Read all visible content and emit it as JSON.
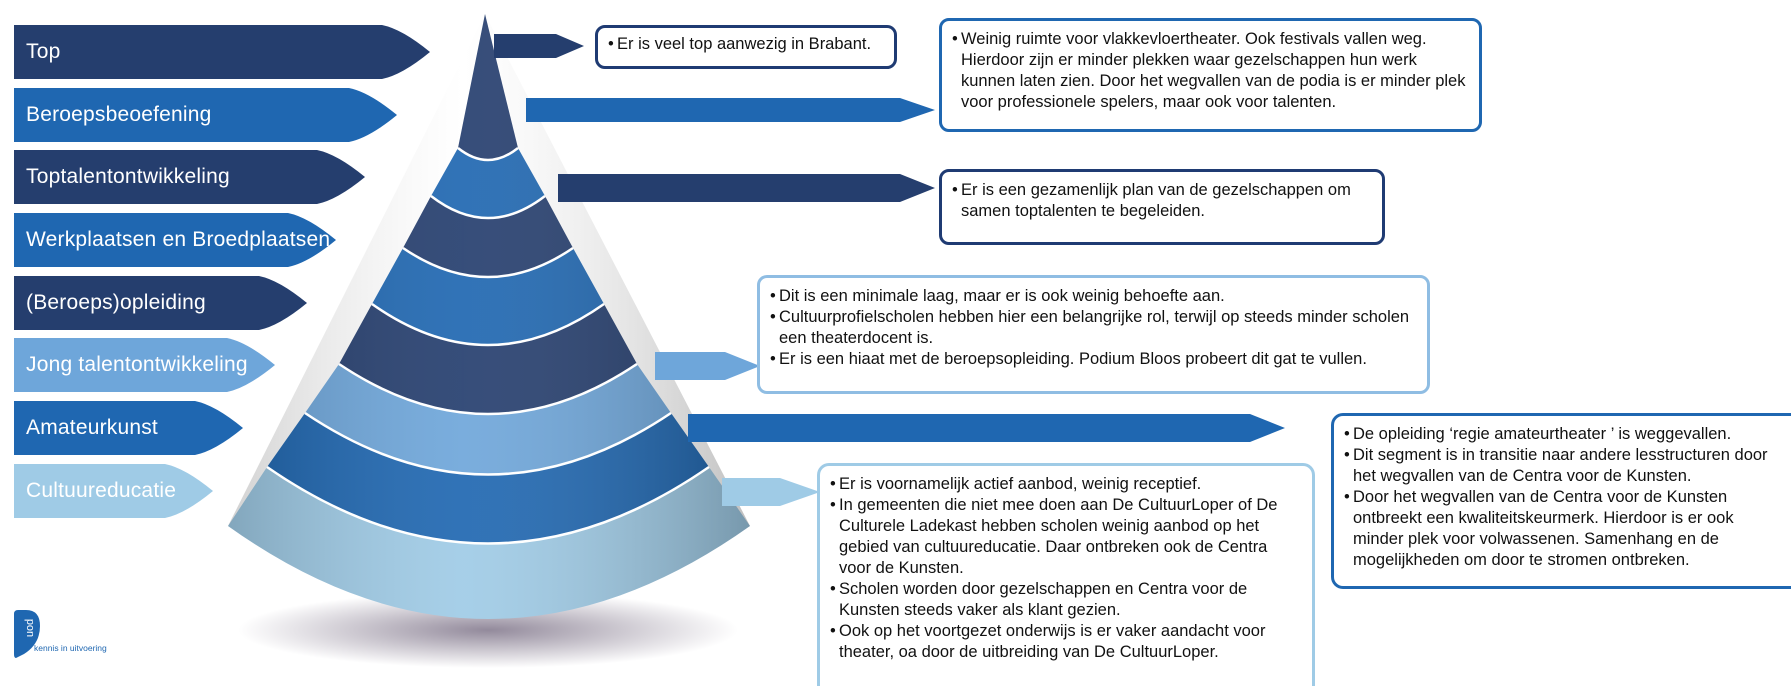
{
  "layers": [
    {
      "label": "Top",
      "color": "#253e6e"
    },
    {
      "label": "Beroepsbeoefening",
      "color": "#1f67b1"
    },
    {
      "label": "Toptalentontwikkeling",
      "color": "#253e6e"
    },
    {
      "label": "Werkplaatsen en Broedplaatsen",
      "color": "#1f67b1"
    },
    {
      "label": "(Beroeps)opleiding",
      "color": "#253e6e"
    },
    {
      "label": "Jong talentontwikkeling",
      "color": "#6ea6da"
    },
    {
      "label": "Amateurkunst",
      "color": "#1f67b1"
    },
    {
      "label": "Cultuureducatie",
      "color": "#9fcbe6"
    }
  ],
  "callouts": {
    "top": {
      "items": [
        "Er is veel top aanwezig in Brabant."
      ],
      "border": "#1f3b73"
    },
    "beroepsbeoefening": {
      "items": [
        "Weinig ruimte voor vlakkevloertheater. Ook festivals vallen weg. Hierdoor zijn er minder plekken waar gezelschappen hun werk kunnen laten zien. Door het wegvallen van de podia is er minder plek voor professionele spelers, maar ook voor talenten."
      ],
      "border": "#1f67b1"
    },
    "toptalent": {
      "items": [
        "Er is een gezamenlijk plan van de gezelschappen om samen toptalenten te begeleiden."
      ],
      "border": "#1f3b73"
    },
    "jongtalent": {
      "items": [
        "Dit is een minimale laag, maar er is ook weinig behoefte aan.",
        "Cultuurprofielscholen hebben hier een belangrijke rol, terwijl op steeds minder scholen een theaterdocent is.",
        "Er is een hiaat met de beroepsopleiding. Podium Bloos probeert dit gat te vullen."
      ],
      "border": "#8fbde3"
    },
    "amateurkunst": {
      "items": [
        "De opleiding ‘regie amateurtheater ’ is weggevallen.",
        "Dit segment is in transitie naar andere lesstructuren door het wegvallen van de Centra voor de Kunsten.",
        "Door het wegvallen van de Centra voor de Kunsten ontbreekt een kwaliteitskeurmerk. Hierdoor is er ook minder plek voor volwassenen. Samenhang en de mogelijkheden om door te stromen ontbreken."
      ],
      "border": "#1f67b1"
    },
    "cultuureducatie": {
      "items": [
        "Er is voornamelijk actief aanbod, weinig receptief.",
        "In gemeenten die niet mee doen aan De CultuurLoper of De Culturele Ladekast hebben scholen weinig aanbod op het gebied van cultuureducatie. Daar ontbreken ook de Centra voor de Kunsten.",
        "Scholen worden door gezelschappen en Centra voor de Kunsten steeds vaker als klant gezien.",
        "Ook op het voortgezet onderwijs is er vaker aandacht voor theater, oa door de uitbreiding van De CultuurLoper."
      ],
      "border": "#9fcbe6"
    }
  },
  "logo": {
    "mark": "pon",
    "tagline": "kennis in uitvoering",
    "color": "#1f67b1"
  }
}
